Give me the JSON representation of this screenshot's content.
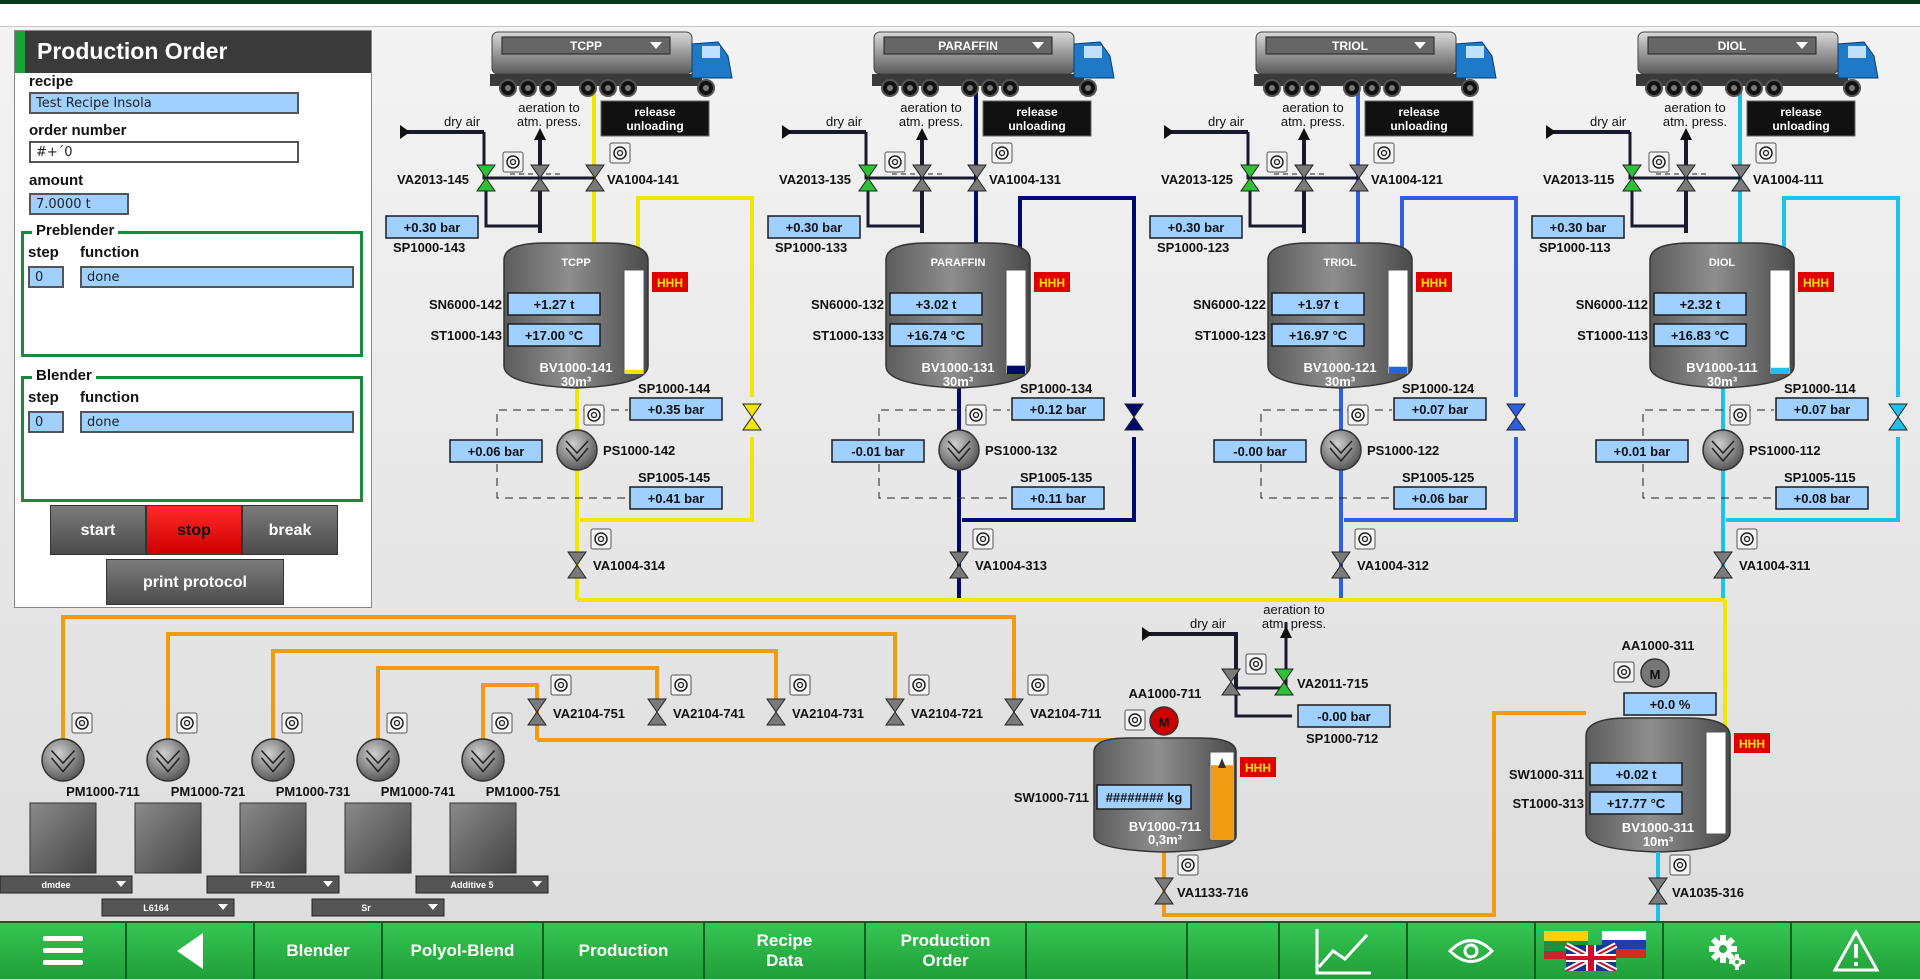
{
  "production_order": {
    "title": "Production Order",
    "recipe_label": "recipe",
    "recipe_value": "Test Recipe Insola",
    "order_label": "order number",
    "order_value": "#+´0",
    "amount_label": "amount",
    "amount_value": "7.0000 t",
    "preblender": {
      "title": "Preblender",
      "step_label": "step",
      "function_label": "function",
      "step": "0",
      "function": "done"
    },
    "blender": {
      "title": "Blender",
      "step_label": "step",
      "function_label": "function",
      "step": "0",
      "function": "done"
    },
    "buttons": {
      "start": "start",
      "stop": "stop",
      "break": "break",
      "print": "print protocol"
    }
  },
  "common": {
    "dry_air": "dry air",
    "aeration": "aeration to atm. press.",
    "release": "release unloading",
    "hhh": "HHH"
  },
  "lines": [
    {
      "truck": "TCPP",
      "color": "#f2e600",
      "va_air": "VA2013-145",
      "va_top": "VA1004-141",
      "sp_top": "SP1000-143",
      "sp_top_val": "+0.30 bar",
      "tank_name": "TCPP",
      "sn": "SN6000-142",
      "sn_val": "+1.27 t",
      "st": "ST1000-143",
      "st_val": "+17.00 °C",
      "bv": "BV1000-141",
      "vol": "30m³",
      "level": 0.04,
      "sp_a": "SP1000-144",
      "sp_a_val": "+0.35 bar",
      "ps": "PS1000-142",
      "ps_val": "+0.06 bar",
      "sp_b": "SP1005-145",
      "sp_b_val": "+0.41 bar",
      "va_bottom": "VA1004-314"
    },
    {
      "truck": "PARAFFIN",
      "color": "#000a6e",
      "va_air": "VA2013-135",
      "va_top": "VA1004-131",
      "sp_top": "SP1000-133",
      "sp_top_val": "+0.30 bar",
      "tank_name": "PARAFFIN",
      "sn": "SN6000-132",
      "sn_val": "+3.02 t",
      "st": "ST1000-133",
      "st_val": "+16.74 °C",
      "bv": "BV1000-131",
      "vol": "30m³",
      "level": 0.08,
      "sp_a": "SP1000-134",
      "sp_a_val": "+0.12 bar",
      "ps": "PS1000-132",
      "ps_val": "-0.01 bar",
      "sp_b": "SP1005-135",
      "sp_b_val": "+0.11 bar",
      "va_bottom": "VA1004-313"
    },
    {
      "truck": "TRIOL",
      "color": "#2e5fe0",
      "va_air": "VA2013-125",
      "va_top": "VA1004-121",
      "sp_top": "SP1000-123",
      "sp_top_val": "+0.30 bar",
      "tank_name": "TRIOL",
      "sn": "SN6000-122",
      "sn_val": "+1.97 t",
      "st": "ST1000-123",
      "st_val": "+16.97 °C",
      "bv": "BV1000-121",
      "vol": "30m³",
      "level": 0.07,
      "sp_a": "SP1000-124",
      "sp_a_val": "+0.07 bar",
      "ps": "PS1000-122",
      "ps_val": "-0.00 bar",
      "sp_b": "SP1005-125",
      "sp_b_val": "+0.06 bar",
      "va_bottom": "VA1004-312"
    },
    {
      "truck": "DIOL",
      "color": "#1ec0ee",
      "va_air": "VA2013-115",
      "va_top": "VA1004-111",
      "sp_top": "SP1000-113",
      "sp_top_val": "+0.30 bar",
      "tank_name": "DIOL",
      "sn": "SN6000-112",
      "sn_val": "+2.32 t",
      "st": "ST1000-113",
      "st_val": "+16.83 °C",
      "bv": "BV1000-111",
      "vol": "30m³",
      "level": 0.06,
      "sp_a": "SP1000-114",
      "sp_a_val": "+0.07 bar",
      "ps": "PS1000-112",
      "ps_val": "+0.01 bar",
      "sp_b": "SP1005-115",
      "sp_b_val": "+0.08 bar",
      "va_bottom": "VA1004-311"
    }
  ],
  "additives": {
    "valves": [
      "VA2104-751",
      "VA2104-741",
      "VA2104-731",
      "VA2104-721",
      "VA2104-711"
    ],
    "pumps": [
      "PM1000-711",
      "PM1000-721",
      "PM1000-731",
      "PM1000-741",
      "PM1000-751"
    ],
    "selectors_top": [
      "dmdee",
      "FP-01",
      "Additive 5"
    ],
    "selectors_bottom": [
      "L6164",
      "Sr"
    ]
  },
  "small_tank": {
    "agitator": "AA1000-711",
    "agitator_symbol": "M",
    "va_air": "VA2011-715",
    "sp": "SP1000-712",
    "sp_val": "-0.00 bar",
    "sw": "SW1000-711",
    "sw_val": "######## kg",
    "bv": "BV1000-711",
    "vol": "0,3m³",
    "va_bottom": "VA1133-716",
    "level": 0.85
  },
  "blend_tank": {
    "agitator": "AA1000-311",
    "agitator_symbol": "M",
    "speed": "+0.0 %",
    "sw": "SW1000-311",
    "sw_val": "+0.02 t",
    "st": "ST1000-313",
    "st_val": "+17.77 °C",
    "bv": "BV1000-311",
    "vol": "10m³",
    "va_bottom": "VA1035-316",
    "level": 0.0
  },
  "nav": {
    "blender": "Blender",
    "polyol": "Polyol-Blend",
    "production": "Production",
    "recipe_data": "Recipe Data",
    "production_order": "Production Order"
  }
}
